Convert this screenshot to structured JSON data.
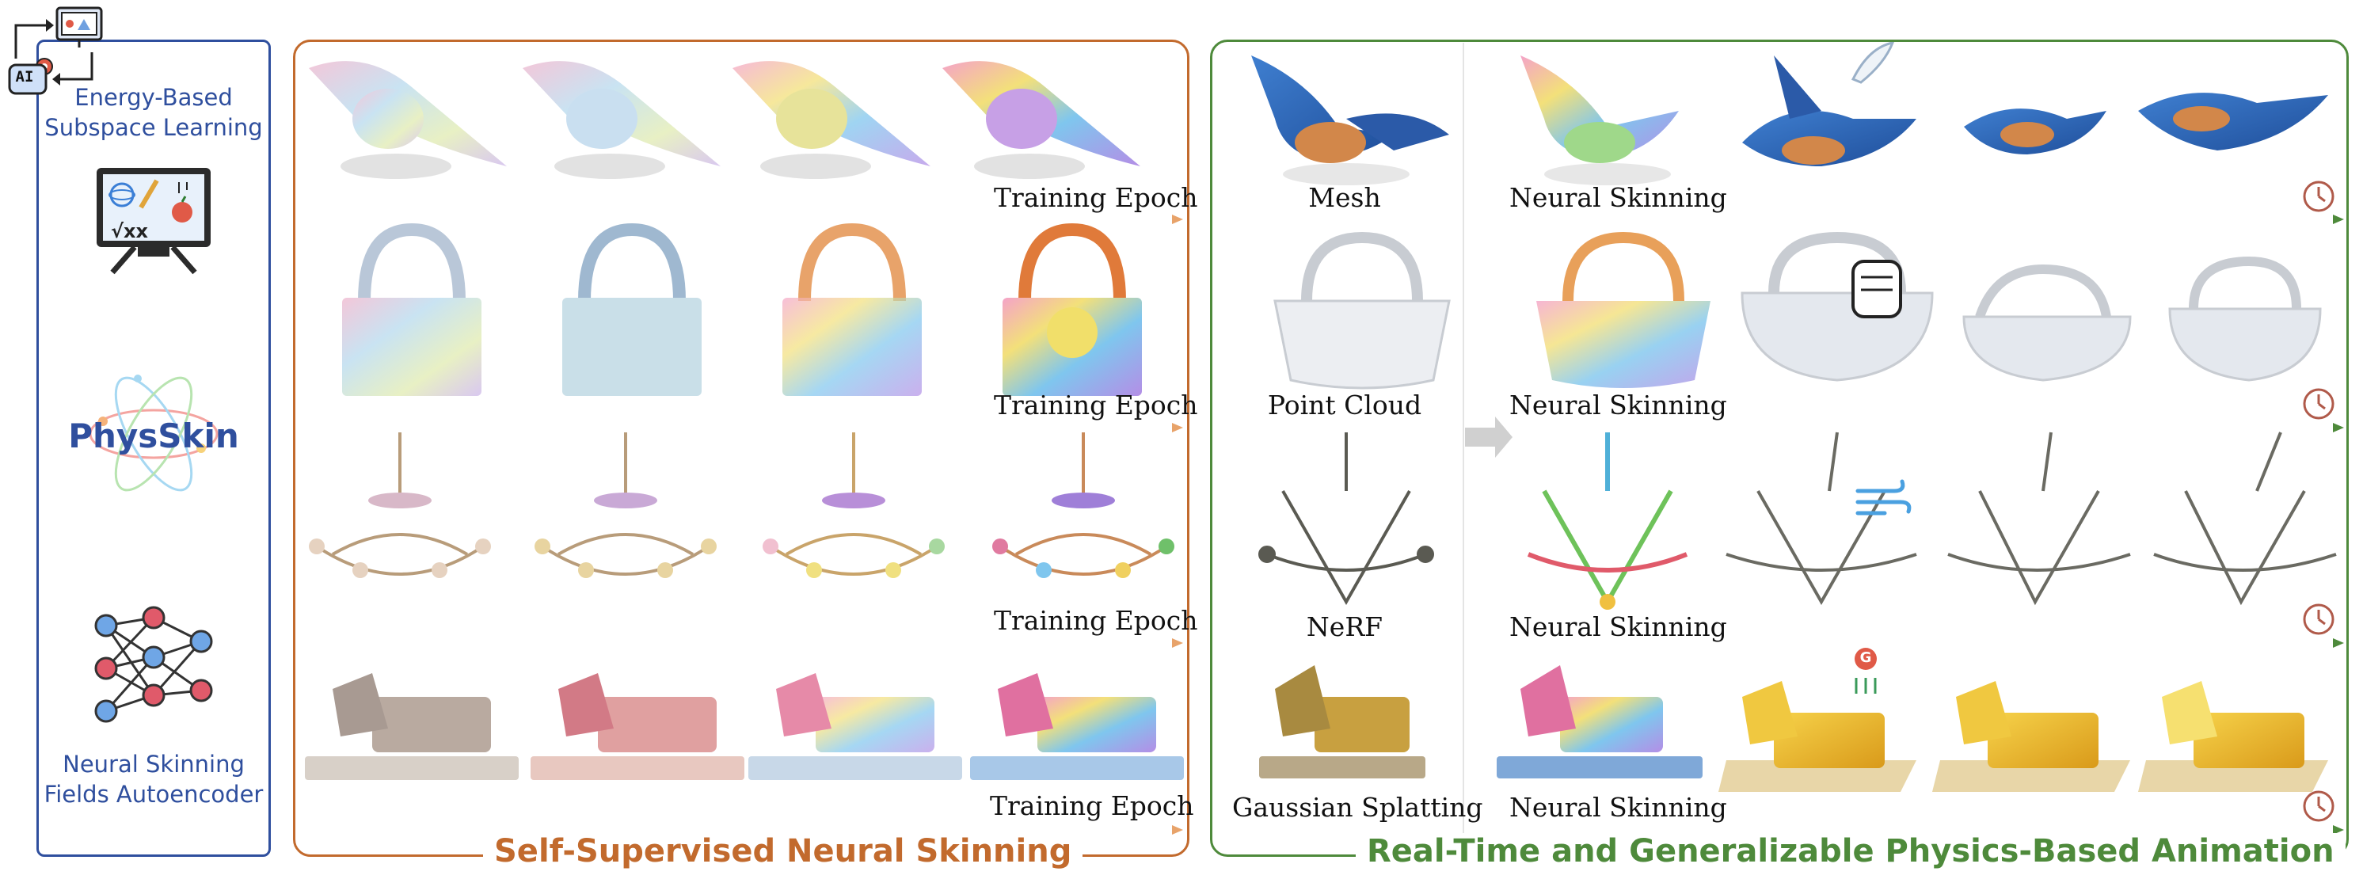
{
  "left": {
    "energy_title_1": "Energy-Based",
    "energy_title_2": "Subspace Learning",
    "ai_badge": "AI",
    "physskin_logo": "PhysSkin",
    "encoder_title_1": "Neural Skinning",
    "encoder_title_2": "Fields Autoencoder",
    "math_text": "√xx"
  },
  "middle": {
    "caption": "Self-Supervised Neural Skinning",
    "epoch_labels": [
      "Training Epoch",
      "Training Epoch",
      "Training Epoch",
      "Training Epoch"
    ]
  },
  "right": {
    "caption": "Real-Time and Generalizable Physics-Based Animation",
    "representations": [
      "Mesh",
      "Point Cloud",
      "NeRF",
      "Gaussian Splatting"
    ],
    "skinning_labels": [
      "Neural Skinning",
      "Neural Skinning",
      "Neural Skinning",
      "Neural Skinning"
    ],
    "gravity_badge": "G"
  },
  "colors": {
    "blue": "#2f4f9e",
    "orange": "#c26a2d",
    "green": "#4e8a3b"
  }
}
